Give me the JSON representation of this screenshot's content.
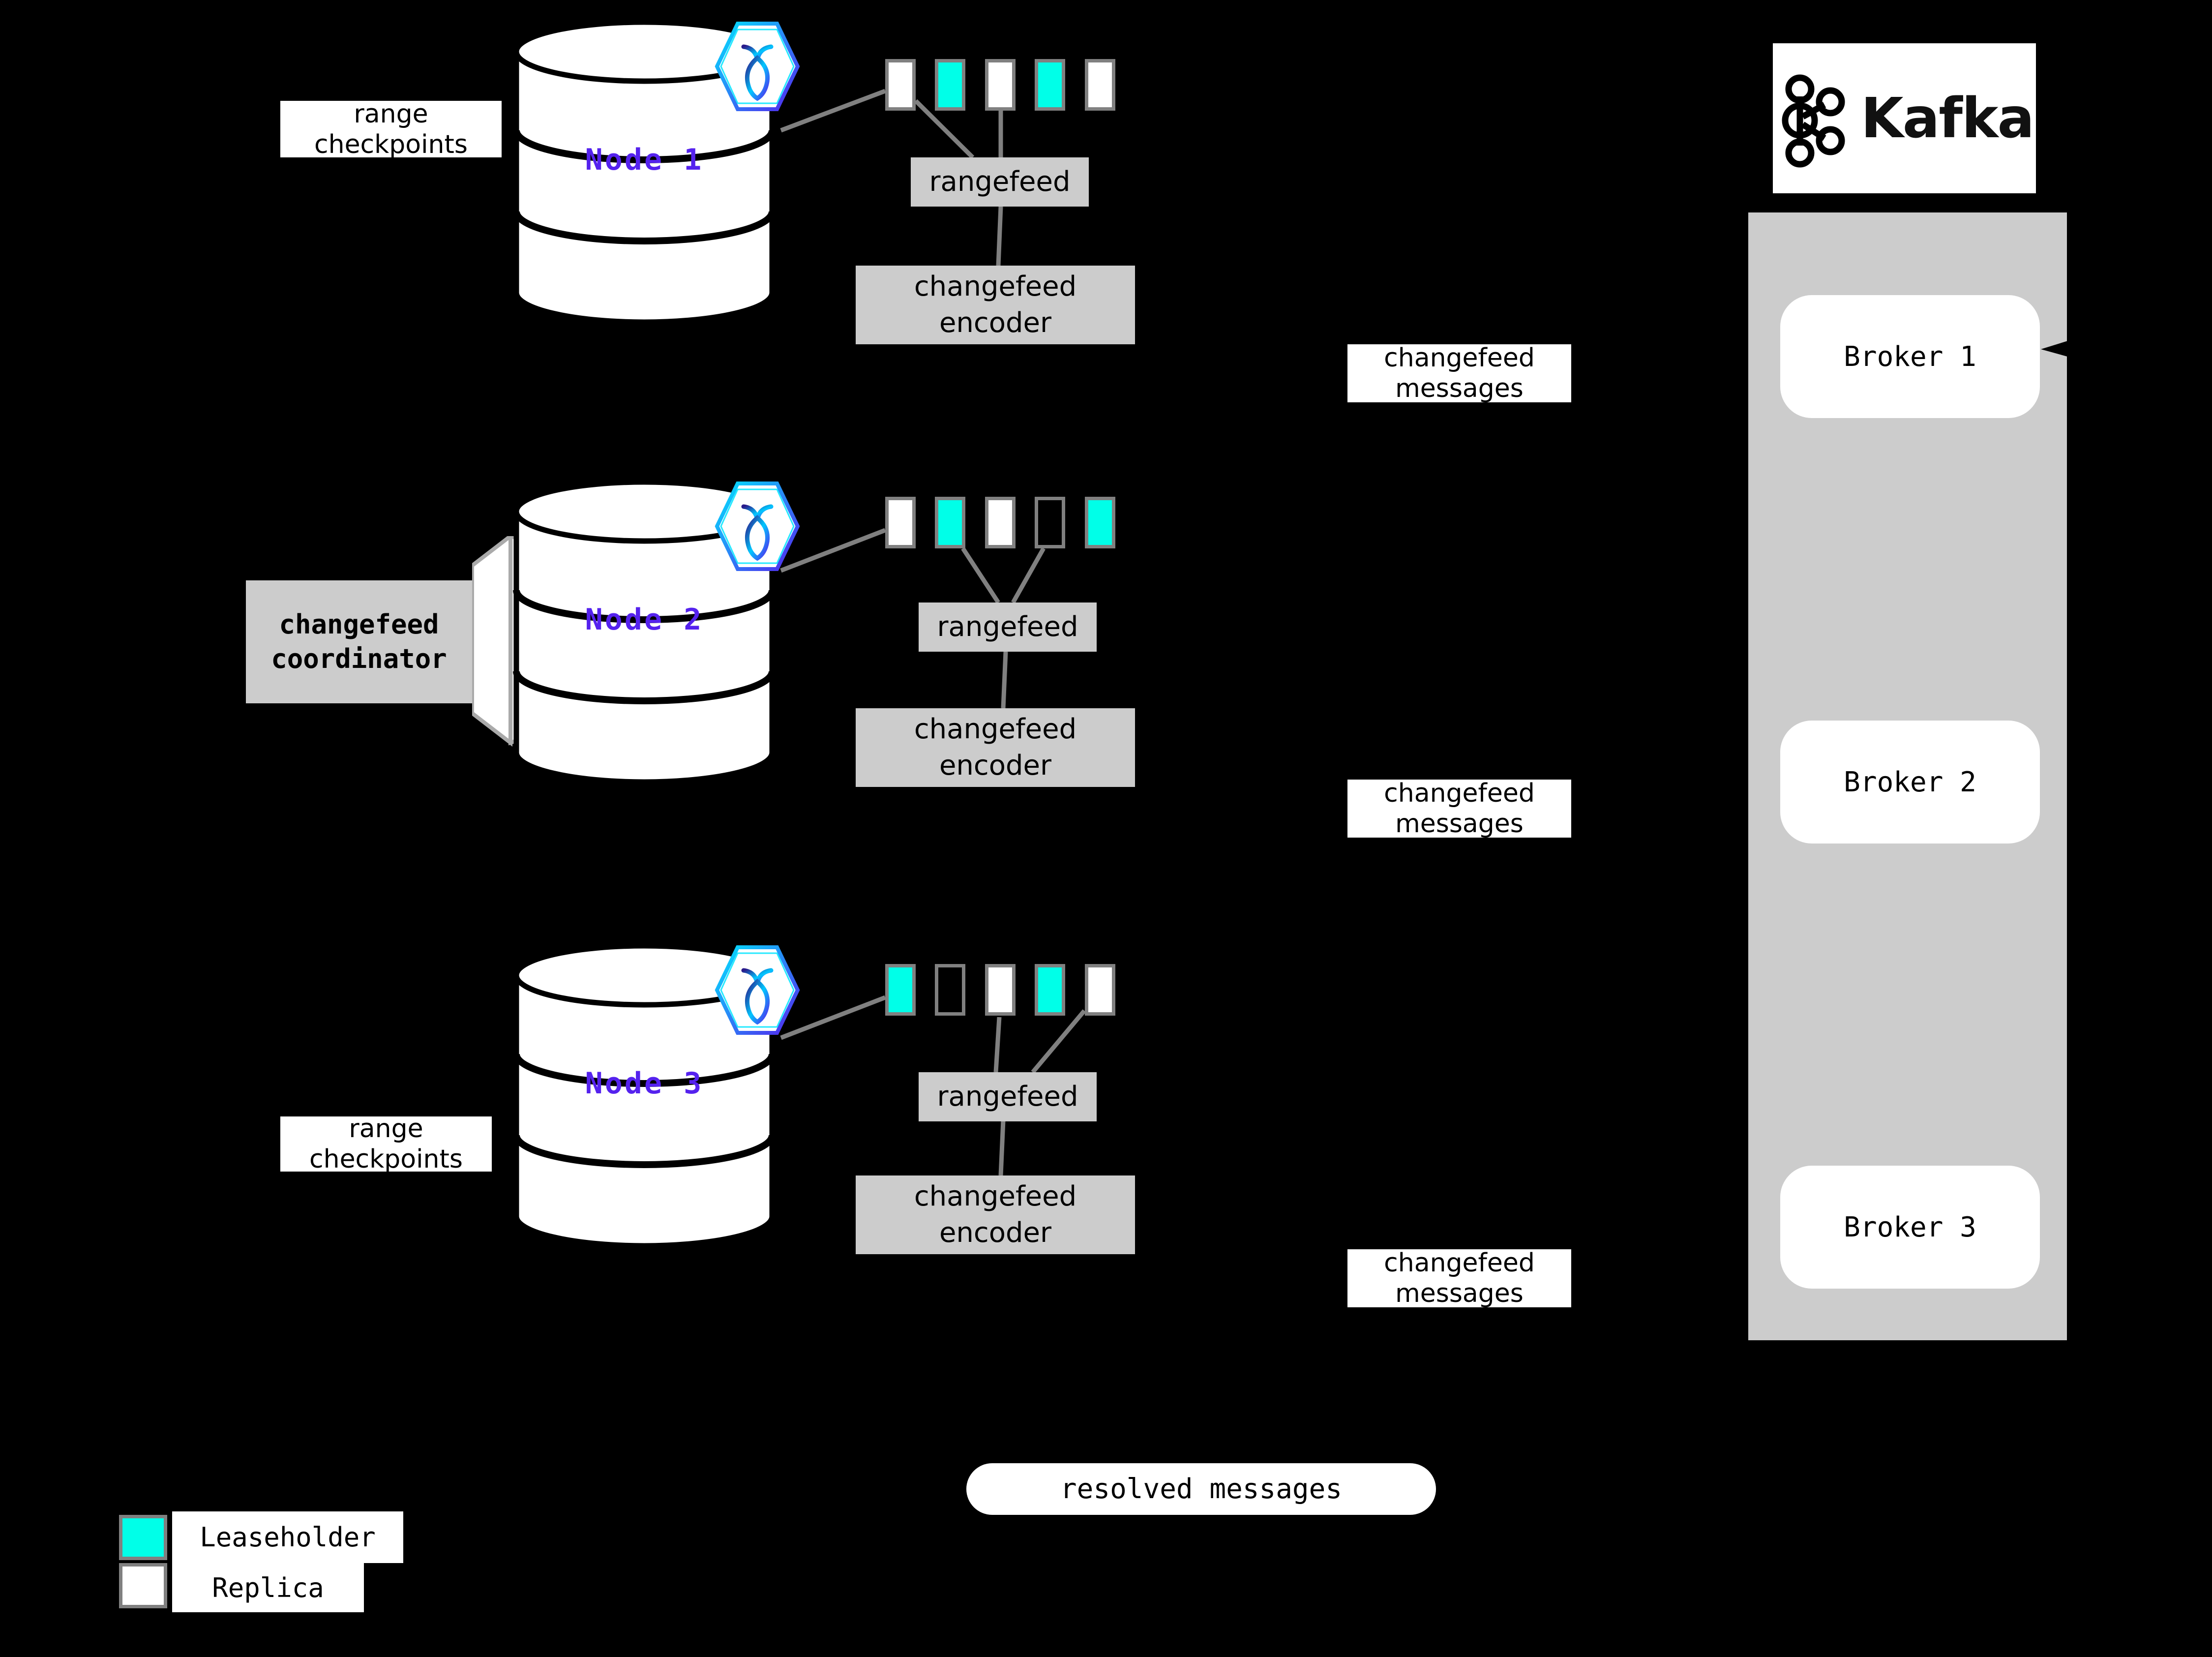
{
  "diagram": {
    "title": "CockroachDB changefeed to Kafka architecture",
    "background_color": "#000000",
    "accent_cyan": "#00ffe8",
    "node_label_color": "#5522ee",
    "gray_box_color": "#cccccc",
    "border_gray": "#808080"
  },
  "nodes": [
    {
      "id": "node1",
      "label": "Node 1",
      "badge_icon": "cockroachdb-hexagon-icon",
      "ranges": [
        {
          "kind": "replica"
        },
        {
          "kind": "leaseholder"
        },
        {
          "kind": "replica"
        },
        {
          "kind": "leaseholder"
        },
        {
          "kind": "replica"
        }
      ],
      "rangefeed_label": "rangefeed",
      "encoder_label": "changefeed\nencoder",
      "side_label": "range\ncheckpoints"
    },
    {
      "id": "node2",
      "label": "Node 2",
      "badge_icon": "cockroachdb-hexagon-icon",
      "ranges": [
        {
          "kind": "replica"
        },
        {
          "kind": "leaseholder"
        },
        {
          "kind": "replica"
        },
        {
          "kind": "empty"
        },
        {
          "kind": "leaseholder"
        }
      ],
      "rangefeed_label": "rangefeed",
      "encoder_label": "changefeed\nencoder",
      "side_label": "changefeed\ncoordinator"
    },
    {
      "id": "node3",
      "label": "Node 3",
      "badge_icon": "cockroachdb-hexagon-icon",
      "ranges": [
        {
          "kind": "leaseholder"
        },
        {
          "kind": "empty"
        },
        {
          "kind": "replica"
        },
        {
          "kind": "leaseholder"
        },
        {
          "kind": "replica"
        }
      ],
      "rangefeed_label": "rangefeed",
      "encoder_label": "changefeed\nencoder",
      "side_label": "range\ncheckpoints"
    }
  ],
  "message_labels": [
    {
      "id": "msg1",
      "text": "changefeed\nmessages"
    },
    {
      "id": "msg2",
      "text": "changefeed\nmessages"
    },
    {
      "id": "msg3",
      "text": "changefeed\nmessages"
    }
  ],
  "kafka": {
    "logo_icon": "kafka-logo-icon",
    "wordmark": "Kafka",
    "brokers": [
      {
        "label": "Broker 1"
      },
      {
        "label": "Broker 2"
      },
      {
        "label": "Broker 3"
      }
    ]
  },
  "resolved": {
    "label": "resolved messages"
  },
  "legend": {
    "items": [
      {
        "swatch": "leaseholder",
        "color": "#00ffe8",
        "label": "Leaseholder"
      },
      {
        "swatch": "replica",
        "color": "#ffffff",
        "label": "Replica"
      }
    ]
  }
}
